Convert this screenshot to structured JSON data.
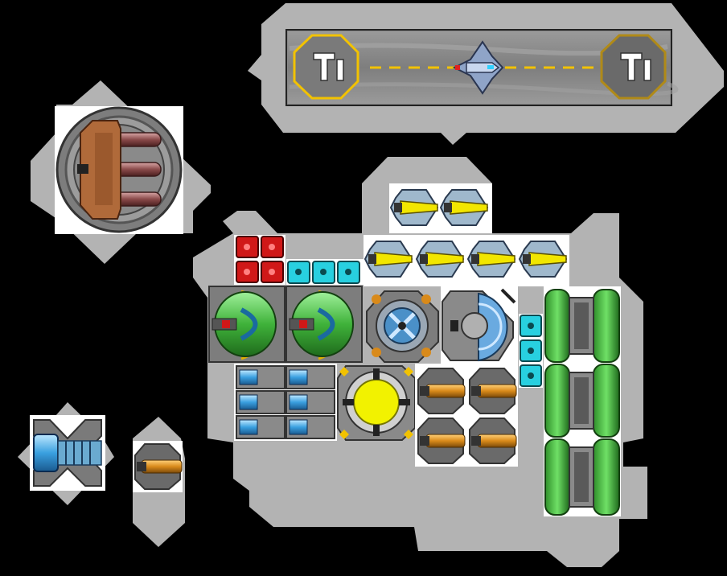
{
  "scene": "ship-builder-blueprint",
  "palette": {
    "space": "#000000",
    "hull": "#b3b3b3",
    "panel": "#888888",
    "frame": "#5e5e5e",
    "yellow": "#f2e600",
    "orange": "#d98a1a",
    "green": "#3fb23a",
    "cyan": "#28d0e0",
    "red": "#d01818",
    "blue": "#3aa0e0",
    "copper": "#b06a3a"
  },
  "hangar": {
    "pad_left_glyph": "TI",
    "pad_right_glyph": "TI",
    "ship_icon": "fighter-ship-icon"
  },
  "modules": {
    "cannon": "triple-barrel-cannon-icon",
    "thruster": "blue-ion-thruster-icon",
    "small_turret": "orange-turret-icon",
    "missiles": "yellow-missile-icon",
    "red_blocks": "red-armor-block-icon",
    "cyan_blocks": "cyan-power-node-icon",
    "green_turrets": "green-plasma-turret-icon",
    "shield": "blue-shield-generator-icon",
    "dish": "radar-dish-icon",
    "batteries": "blue-battery-icon",
    "reactor": "yellow-reactor-core-icon",
    "orange_turrets": "orange-cannon-turret-icon",
    "tanks": "green-fuel-tank-icon"
  }
}
